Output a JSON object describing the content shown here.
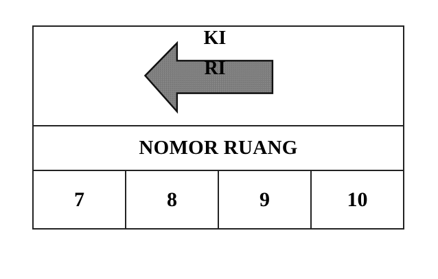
{
  "sign": {
    "direction": {
      "line1": "KI",
      "line2": "RI",
      "arrow_icon": "left-arrow-icon",
      "arrow_fill": "#808080",
      "arrow_stroke": "#111111"
    },
    "title": "NOMOR RUANG",
    "rooms": [
      "7",
      "8",
      "9",
      "10"
    ]
  }
}
